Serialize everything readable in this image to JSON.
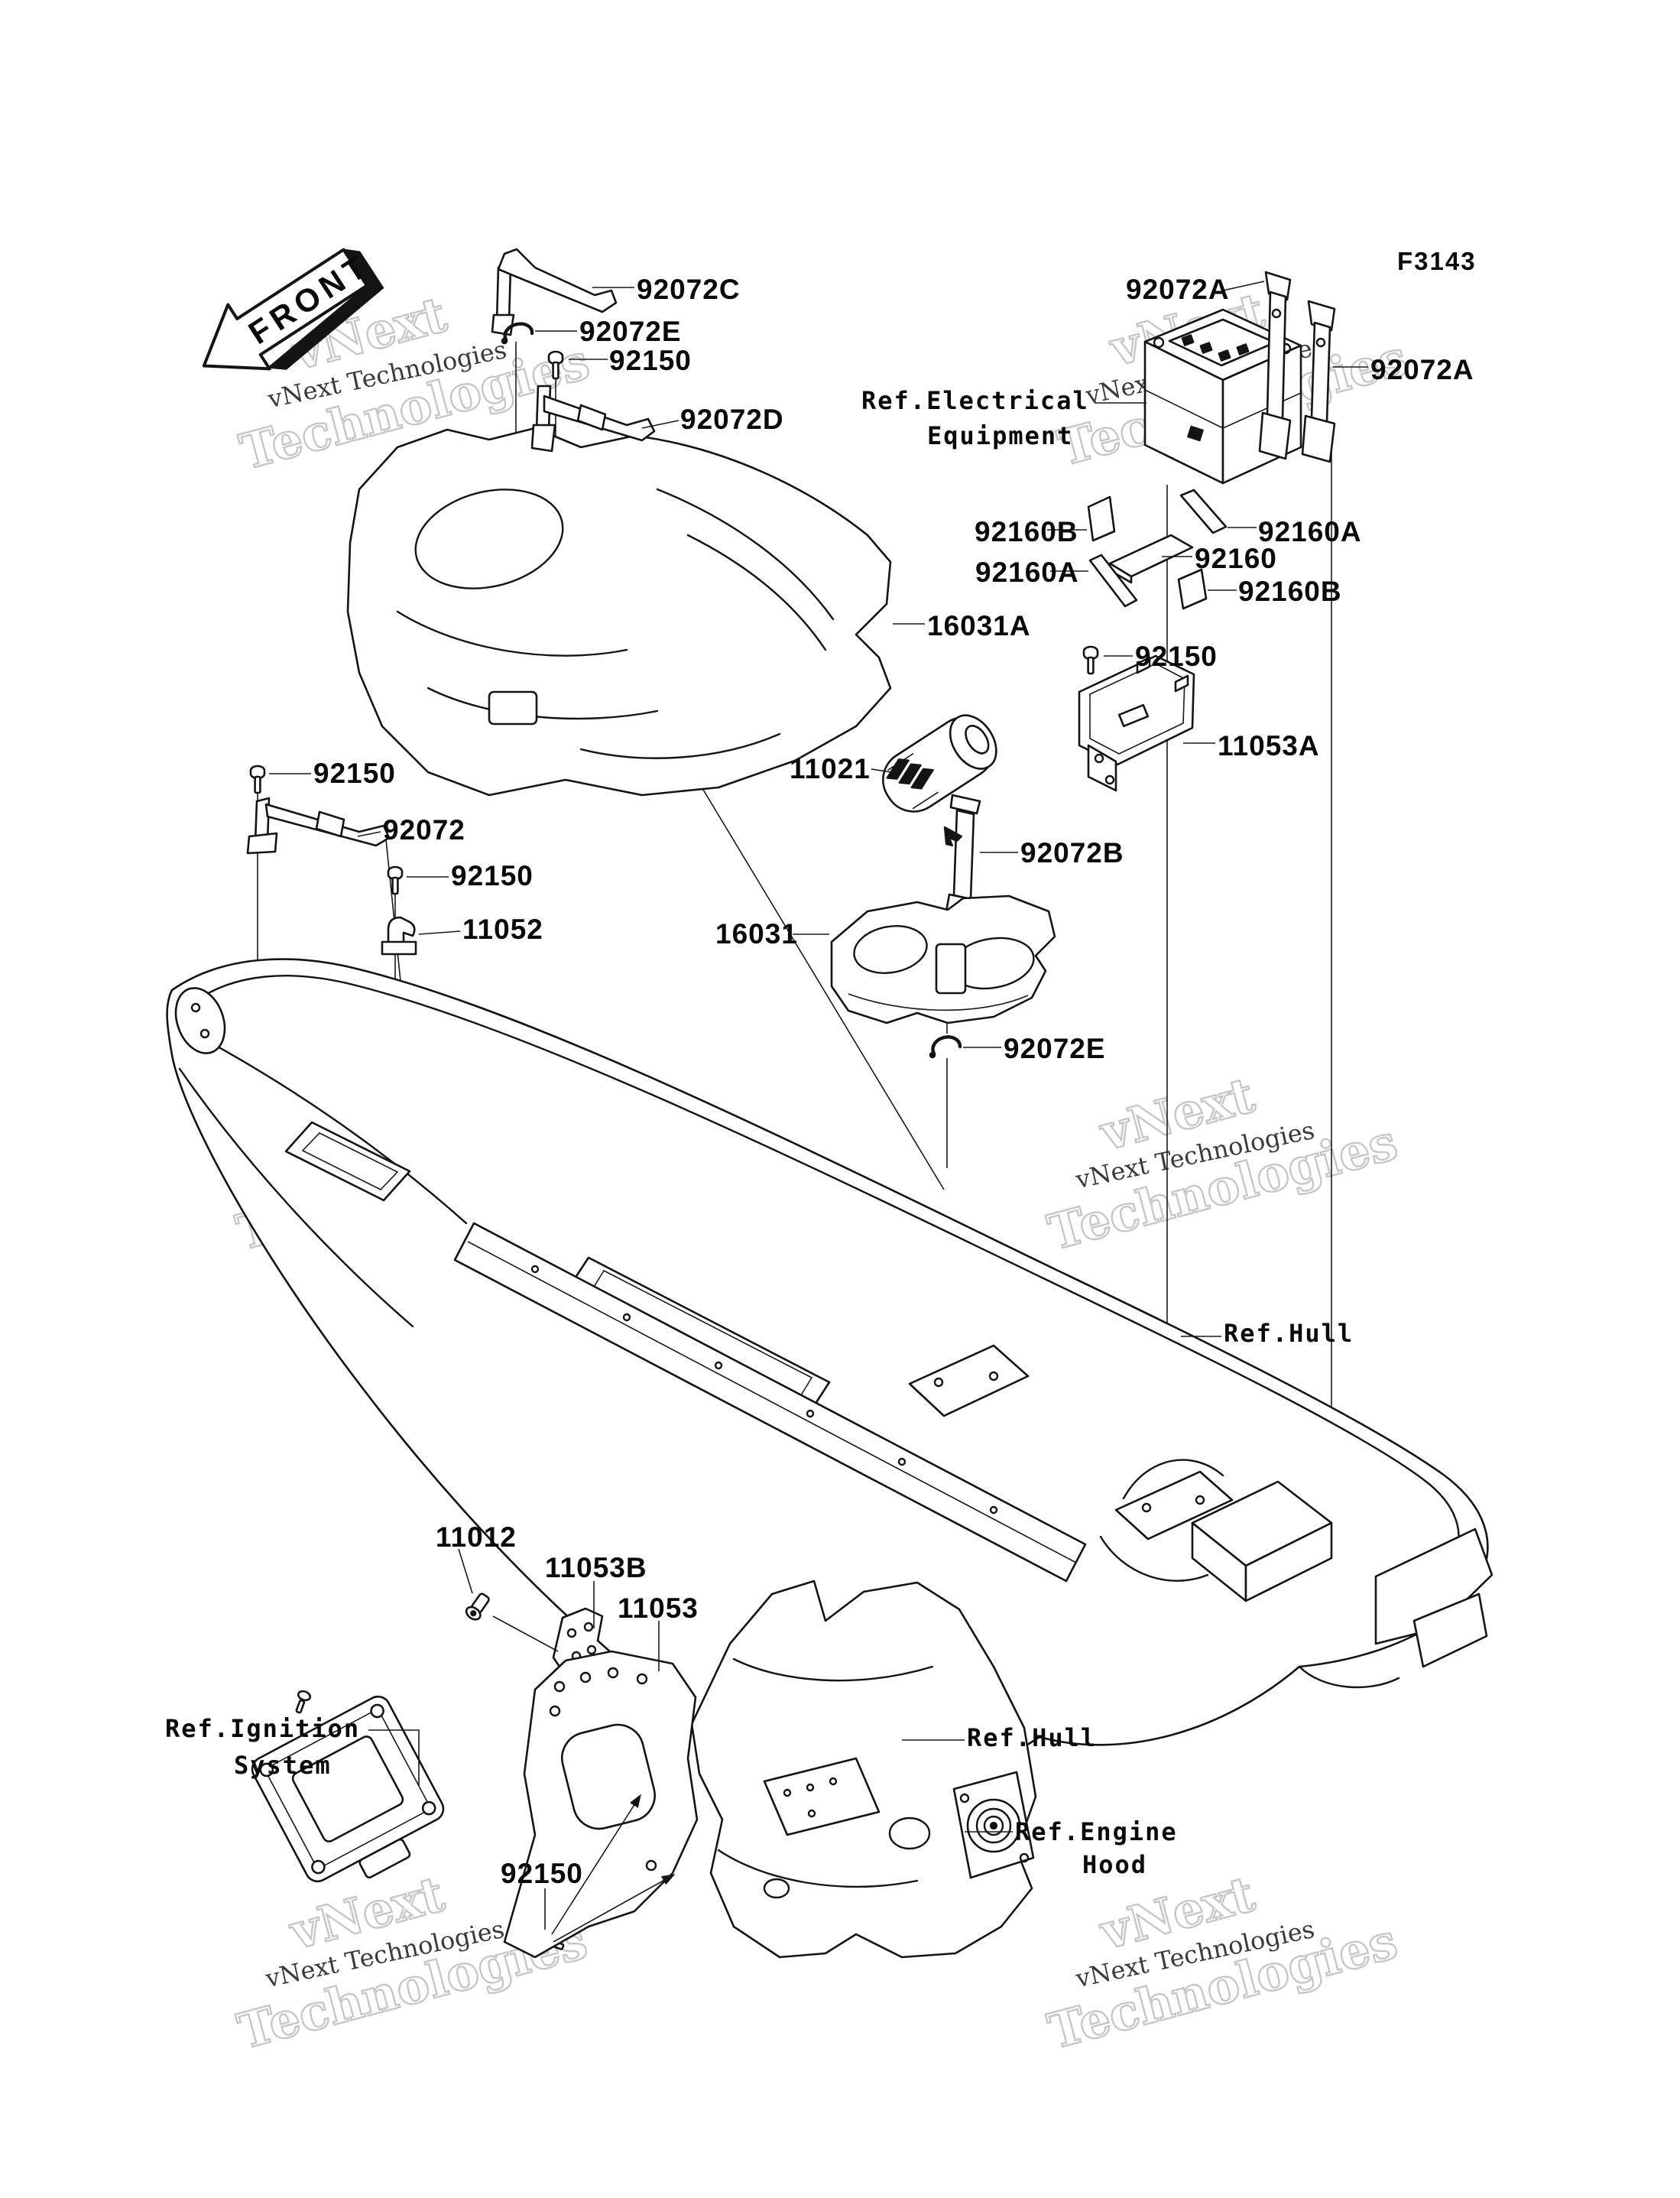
{
  "document": {
    "figure_code": "F3143",
    "front_label": "FRONT"
  },
  "watermark": {
    "big1": "vNext",
    "big2": "Technologies",
    "small": "vNext Technologies"
  },
  "callouts": {
    "c92072C": "92072C",
    "c92072E_top": "92072E",
    "c92150_top": "92150",
    "c92072D": "92072D",
    "c92072A_top": "92072A",
    "c92072A_right": "92072A",
    "ref_electrical_1": "Ref.Electrical",
    "ref_electrical_2": "Equipment",
    "c92160B_left": "92160B",
    "c92160A_right": "92160A",
    "c92160A_left": "92160A",
    "c92160": "92160",
    "c92160B_right": "92160B",
    "c16031A": "16031A",
    "c92150_tray": "92150",
    "c11053A": "11053A",
    "c11021": "11021",
    "c92072B": "92072B",
    "c92150_left": "92150",
    "c92072": "92072",
    "c92150_left2": "92150",
    "c11052": "11052",
    "c16031": "16031",
    "c92072E_mid": "92072E",
    "ref_hull_right": "Ref.Hull",
    "c11012": "11012",
    "c11053B": "11053B",
    "c11053": "11053",
    "ref_ignition_1": "Ref.Ignition",
    "ref_ignition_2": "System",
    "ref_hull_bottom": "Ref.Hull",
    "ref_engine_1": "Ref.Engine",
    "ref_engine_2": "Hood",
    "c92150_bottom": "92150"
  }
}
